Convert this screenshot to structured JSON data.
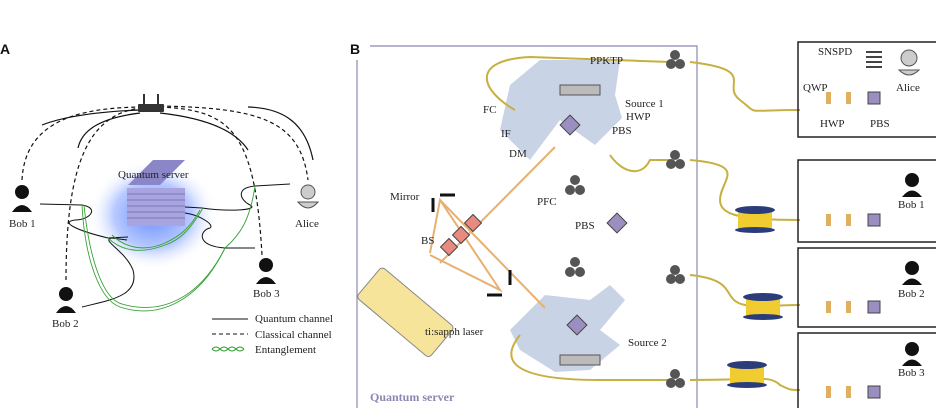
{
  "panel_a": {
    "label": "A",
    "server_label": "Quantum server",
    "users": [
      "Bob 1",
      "Alice",
      "Bob 2",
      "Bob 3"
    ],
    "legend": [
      {
        "label": "Quantum channel",
        "style": "solid",
        "color": "#111111"
      },
      {
        "label": "Classical channel",
        "style": "dashed",
        "color": "#111111"
      },
      {
        "label": "Entanglement",
        "style": "helix",
        "color": "#3aa13a"
      }
    ]
  },
  "panel_b": {
    "label": "B",
    "server_box_label": "Quantum server",
    "components": {
      "ppktp": "PPKTP",
      "source1": "Source 1",
      "fc": "FC",
      "hwp": "HWP",
      "if": "IF",
      "pbs": "PBS",
      "dm": "DM",
      "mirror": "Mirror",
      "pfc": "PFC",
      "pbs_center": "PBS",
      "bs": "BS",
      "laser": "ti:sapph laser",
      "source2": "Source 2"
    },
    "receivers": {
      "snspd": "SNSPD",
      "qwp": "QWP",
      "hwp": "HWP",
      "pbs": "PBS",
      "users": [
        "Alice",
        "Bob 1",
        "Bob 2",
        "Bob 3"
      ]
    },
    "colors": {
      "fiber": "#c8b040",
      "beam": "#e8b070",
      "source_bg": "#c9d3e6",
      "pbs": "#9a8fc0",
      "bs": "#e88a80",
      "laser": "#f6e49a",
      "spool": "#f0cc30"
    }
  }
}
